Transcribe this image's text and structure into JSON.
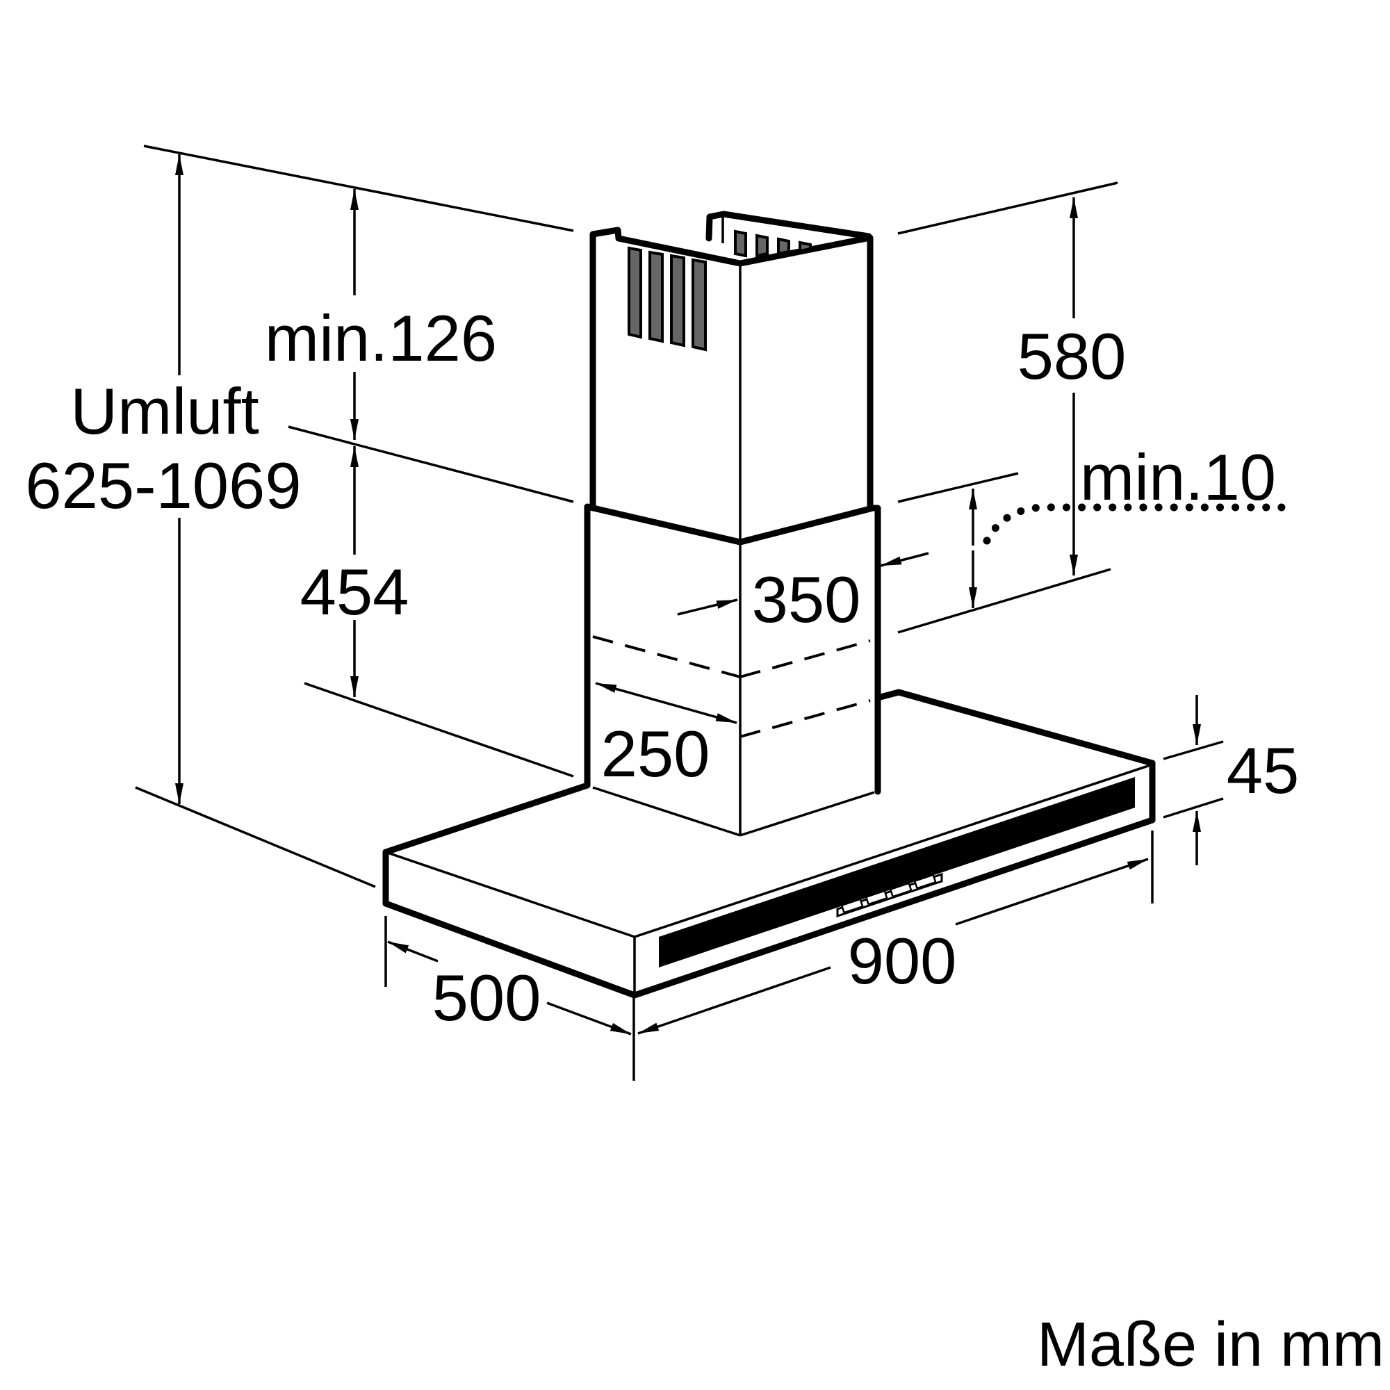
{
  "dimensions": {
    "umluft_label": "Umluft",
    "umluft_range": "625-1069",
    "min_gap_top": "min.126",
    "chimney_lower": "454",
    "chimney_upper": "580",
    "min_gap_wall": "min.10",
    "chimney_width": "350",
    "chimney_depth": "250",
    "canopy_thickness": "45",
    "hood_depth": "500",
    "hood_width": "900"
  },
  "footer": {
    "units": "Maße in mm"
  }
}
